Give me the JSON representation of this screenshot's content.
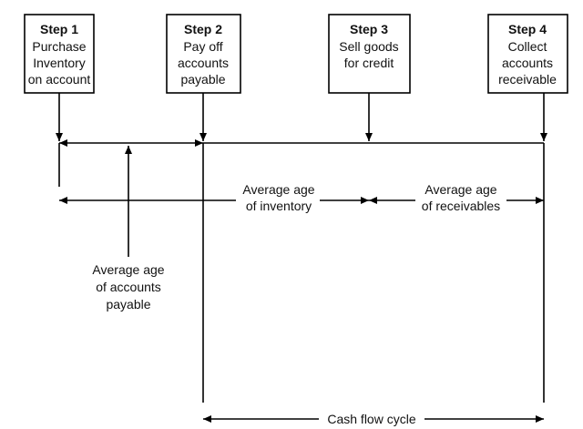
{
  "steps": [
    {
      "step": "Step 1",
      "line1": "Purchase",
      "line2": "Inventory",
      "line3": "on account"
    },
    {
      "step": "Step 2",
      "line1": "Pay off",
      "line2": "accounts",
      "line3": "payable"
    },
    {
      "step": "Step 3",
      "line1": "Sell goods",
      "line2": "for credit",
      "line3": ""
    },
    {
      "step": "Step 4",
      "line1": "Collect",
      "line2": "accounts",
      "line3": "receivable"
    }
  ],
  "labels": {
    "inventory_1": "Average age",
    "inventory_2": "of inventory",
    "receivables_1": "Average age",
    "receivables_2": "of receivables",
    "payable_1": "Average age",
    "payable_2": "of accounts",
    "payable_3": "payable",
    "cash_flow": "Cash flow cycle"
  }
}
